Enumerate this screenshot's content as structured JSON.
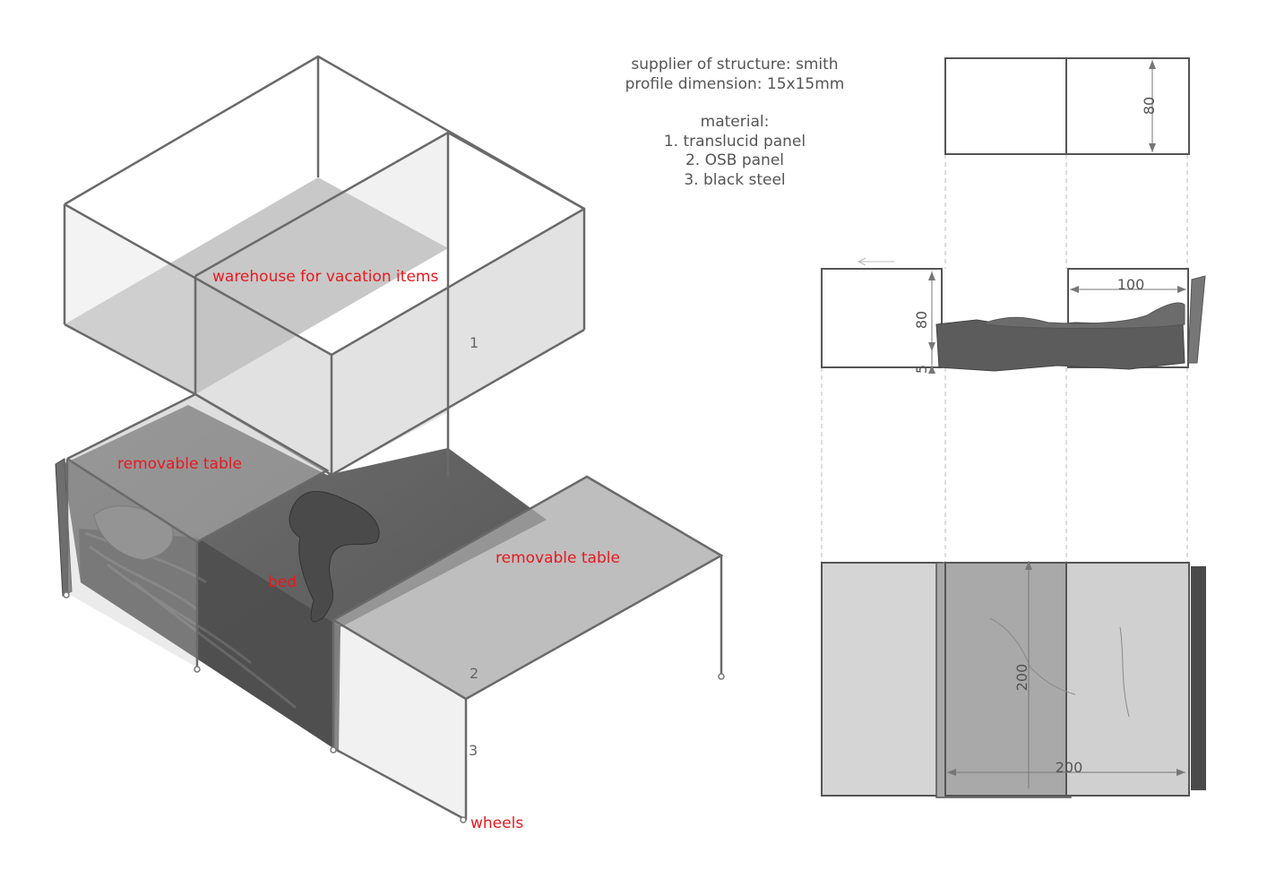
{
  "notes": {
    "supplier": "supplier of structure: smith",
    "profile": "profile dimension: 15x15mm",
    "material_heading": "material:",
    "materials": [
      "1. translucid panel",
      "2. OSB panel",
      "3. black steel"
    ]
  },
  "labels": {
    "warehouse": "warehouse for vacation items",
    "removable_table_left": "removable table",
    "removable_table_right": "removable table",
    "bed": "bed",
    "wheels": "wheels"
  },
  "numbers": {
    "n1": "1",
    "n2": "2",
    "n3": "3"
  },
  "dimensions": {
    "top_height": "80",
    "side_height": "80",
    "side_base": "5",
    "side_width": "100",
    "plan_length": "200",
    "plan_width": "200"
  },
  "colors": {
    "accent": "#e8191f",
    "line": "#555555",
    "panel": "#cfcfcf",
    "bed": "#5a5a5a"
  }
}
